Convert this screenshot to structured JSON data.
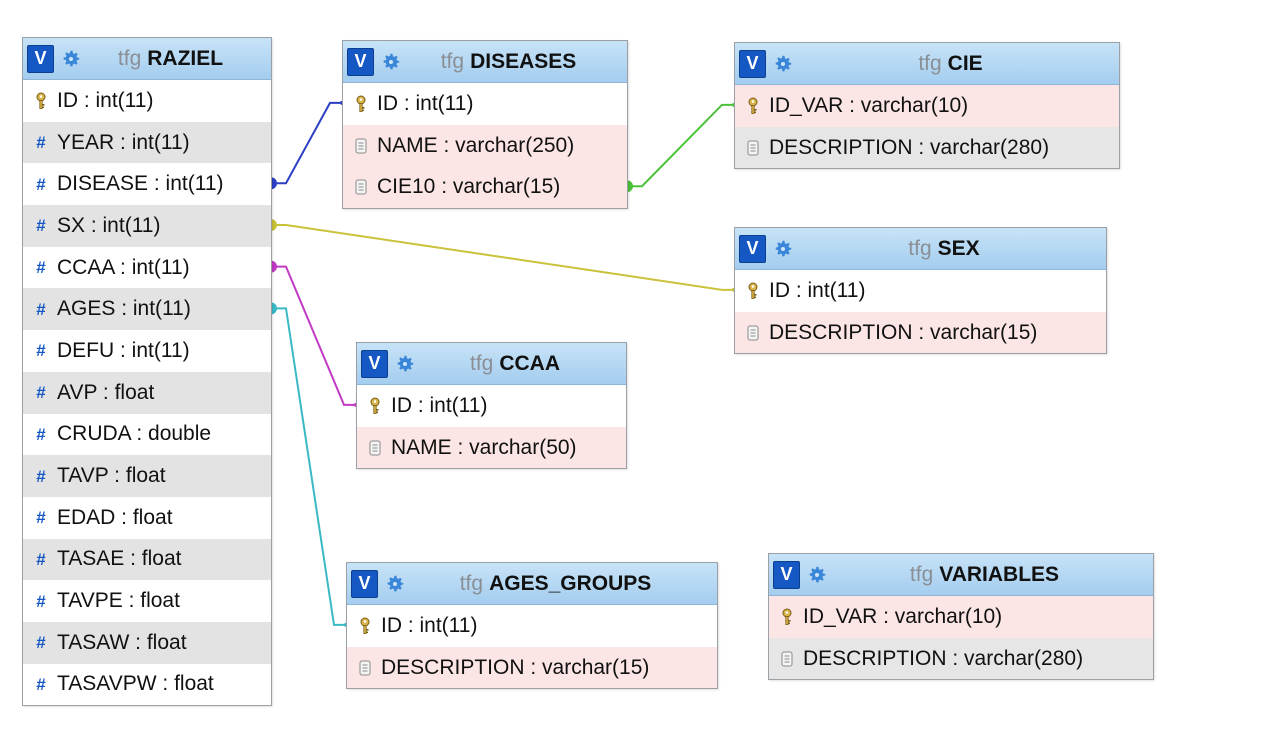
{
  "diagram": {
    "toggle_label": "V",
    "tables": [
      {
        "id": "raziel",
        "schema": "tfg",
        "name": "RAZIEL",
        "columns": [
          {
            "text": "ID : int(11)",
            "icon": "key-icon"
          },
          {
            "text": "YEAR : int(11)",
            "icon": "hash-icon"
          },
          {
            "text": "DISEASE : int(11)",
            "icon": "hash-icon"
          },
          {
            "text": "SX : int(11)",
            "icon": "hash-icon"
          },
          {
            "text": "CCAA : int(11)",
            "icon": "hash-icon"
          },
          {
            "text": "AGES : int(11)",
            "icon": "hash-icon"
          },
          {
            "text": "DEFU : int(11)",
            "icon": "hash-icon"
          },
          {
            "text": "AVP : float",
            "icon": "hash-icon"
          },
          {
            "text": "CRUDA : double",
            "icon": "hash-icon"
          },
          {
            "text": "TAVP : float",
            "icon": "hash-icon"
          },
          {
            "text": "EDAD : float",
            "icon": "hash-icon"
          },
          {
            "text": "TASAE : float",
            "icon": "hash-icon"
          },
          {
            "text": "TAVPE : float",
            "icon": "hash-icon"
          },
          {
            "text": "TASAW : float",
            "icon": "hash-icon"
          },
          {
            "text": "TASAVPW : float",
            "icon": "hash-icon"
          }
        ]
      },
      {
        "id": "diseases",
        "schema": "tfg",
        "name": "DISEASES",
        "columns": [
          {
            "text": "ID : int(11)",
            "icon": "key-icon"
          },
          {
            "text": "NAME : varchar(250)",
            "icon": "text-field-icon"
          },
          {
            "text": "CIE10 : varchar(15)",
            "icon": "text-field-icon"
          }
        ]
      },
      {
        "id": "cie",
        "schema": "tfg",
        "name": "CIE",
        "columns": [
          {
            "text": "ID_VAR : varchar(10)",
            "icon": "key-icon"
          },
          {
            "text": "DESCRIPTION : varchar(280)",
            "icon": "text-field-icon"
          }
        ]
      },
      {
        "id": "sex",
        "schema": "tfg",
        "name": "SEX",
        "columns": [
          {
            "text": "ID : int(11)",
            "icon": "key-icon"
          },
          {
            "text": "DESCRIPTION : varchar(15)",
            "icon": "text-field-icon"
          }
        ]
      },
      {
        "id": "ccaa",
        "schema": "tfg",
        "name": "CCAA",
        "columns": [
          {
            "text": "ID : int(11)",
            "icon": "key-icon"
          },
          {
            "text": "NAME : varchar(50)",
            "icon": "text-field-icon"
          }
        ]
      },
      {
        "id": "ages_groups",
        "schema": "tfg",
        "name": "AGES_GROUPS",
        "columns": [
          {
            "text": "ID : int(11)",
            "icon": "key-icon"
          },
          {
            "text": "DESCRIPTION : varchar(15)",
            "icon": "text-field-icon"
          }
        ]
      },
      {
        "id": "variables",
        "schema": "tfg",
        "name": "VARIABLES",
        "columns": [
          {
            "text": "ID_VAR : varchar(10)",
            "icon": "key-icon"
          },
          {
            "text": "DESCRIPTION : varchar(280)",
            "icon": "text-field-icon"
          }
        ]
      }
    ],
    "relations": [
      {
        "from_table": "raziel",
        "from_column": "DISEASE",
        "to_table": "diseases",
        "to_column": "ID",
        "color": "#2b3fc4"
      },
      {
        "from_table": "diseases",
        "from_column": "CIE10",
        "to_table": "cie",
        "to_column": "ID_VAR",
        "color": "#4cc23a"
      },
      {
        "from_table": "raziel",
        "from_column": "SX",
        "to_table": "sex",
        "to_column": "ID",
        "color": "#c9c23a"
      },
      {
        "from_table": "raziel",
        "from_column": "CCAA",
        "to_table": "ccaa",
        "to_column": "ID",
        "color": "#c23ac4"
      },
      {
        "from_table": "raziel",
        "from_column": "AGES",
        "to_table": "ages_groups",
        "to_column": "ID",
        "color": "#3ab9c4"
      }
    ]
  }
}
